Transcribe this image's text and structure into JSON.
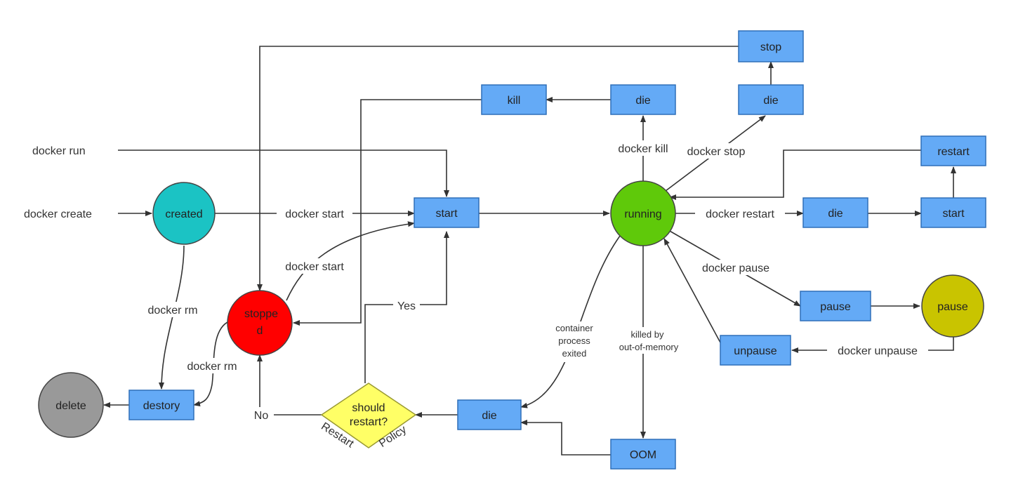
{
  "colors": {
    "box_fill": "#64aaf6",
    "created": "#1bc3c4",
    "running": "#5fc90a",
    "stopped": "#ff0000",
    "pause_state": "#c9c400",
    "delete": "#999999",
    "decision": "#ffff66"
  },
  "external": {
    "docker_run": "docker run",
    "docker_create": "docker create"
  },
  "states": {
    "created": "created",
    "running": "running",
    "stopped_line1": "stoppe",
    "stopped_line2": "d",
    "pause": "pause",
    "delete": "delete"
  },
  "events": {
    "stop": "stop",
    "kill": "kill",
    "die_kill": "die",
    "die_stop": "die",
    "restart": "restart",
    "start_main": "start",
    "die_restart": "die",
    "start_restart": "start",
    "pause": "pause",
    "unpause": "unpause",
    "destory": "destory",
    "die_exit": "die",
    "oom": "OOM"
  },
  "decision": {
    "line1": "should",
    "line2": "restart?",
    "policy_left": "Restart",
    "policy_right": "Policy"
  },
  "edge_labels": {
    "docker_start_1": "docker start",
    "docker_start_2": "docker start",
    "docker_kill": "docker kill",
    "docker_stop": "docker stop",
    "docker_restart": "docker restart",
    "docker_pause": "docker pause",
    "docker_unpause": "docker unpause",
    "docker_rm_1": "docker rm",
    "docker_rm_2": "docker rm",
    "yes": "Yes",
    "no": "No",
    "container_exited_1": "container",
    "container_exited_2": "process",
    "container_exited_3": "exited",
    "oom_1": "killed by",
    "oom_2": "out-of-memory"
  }
}
